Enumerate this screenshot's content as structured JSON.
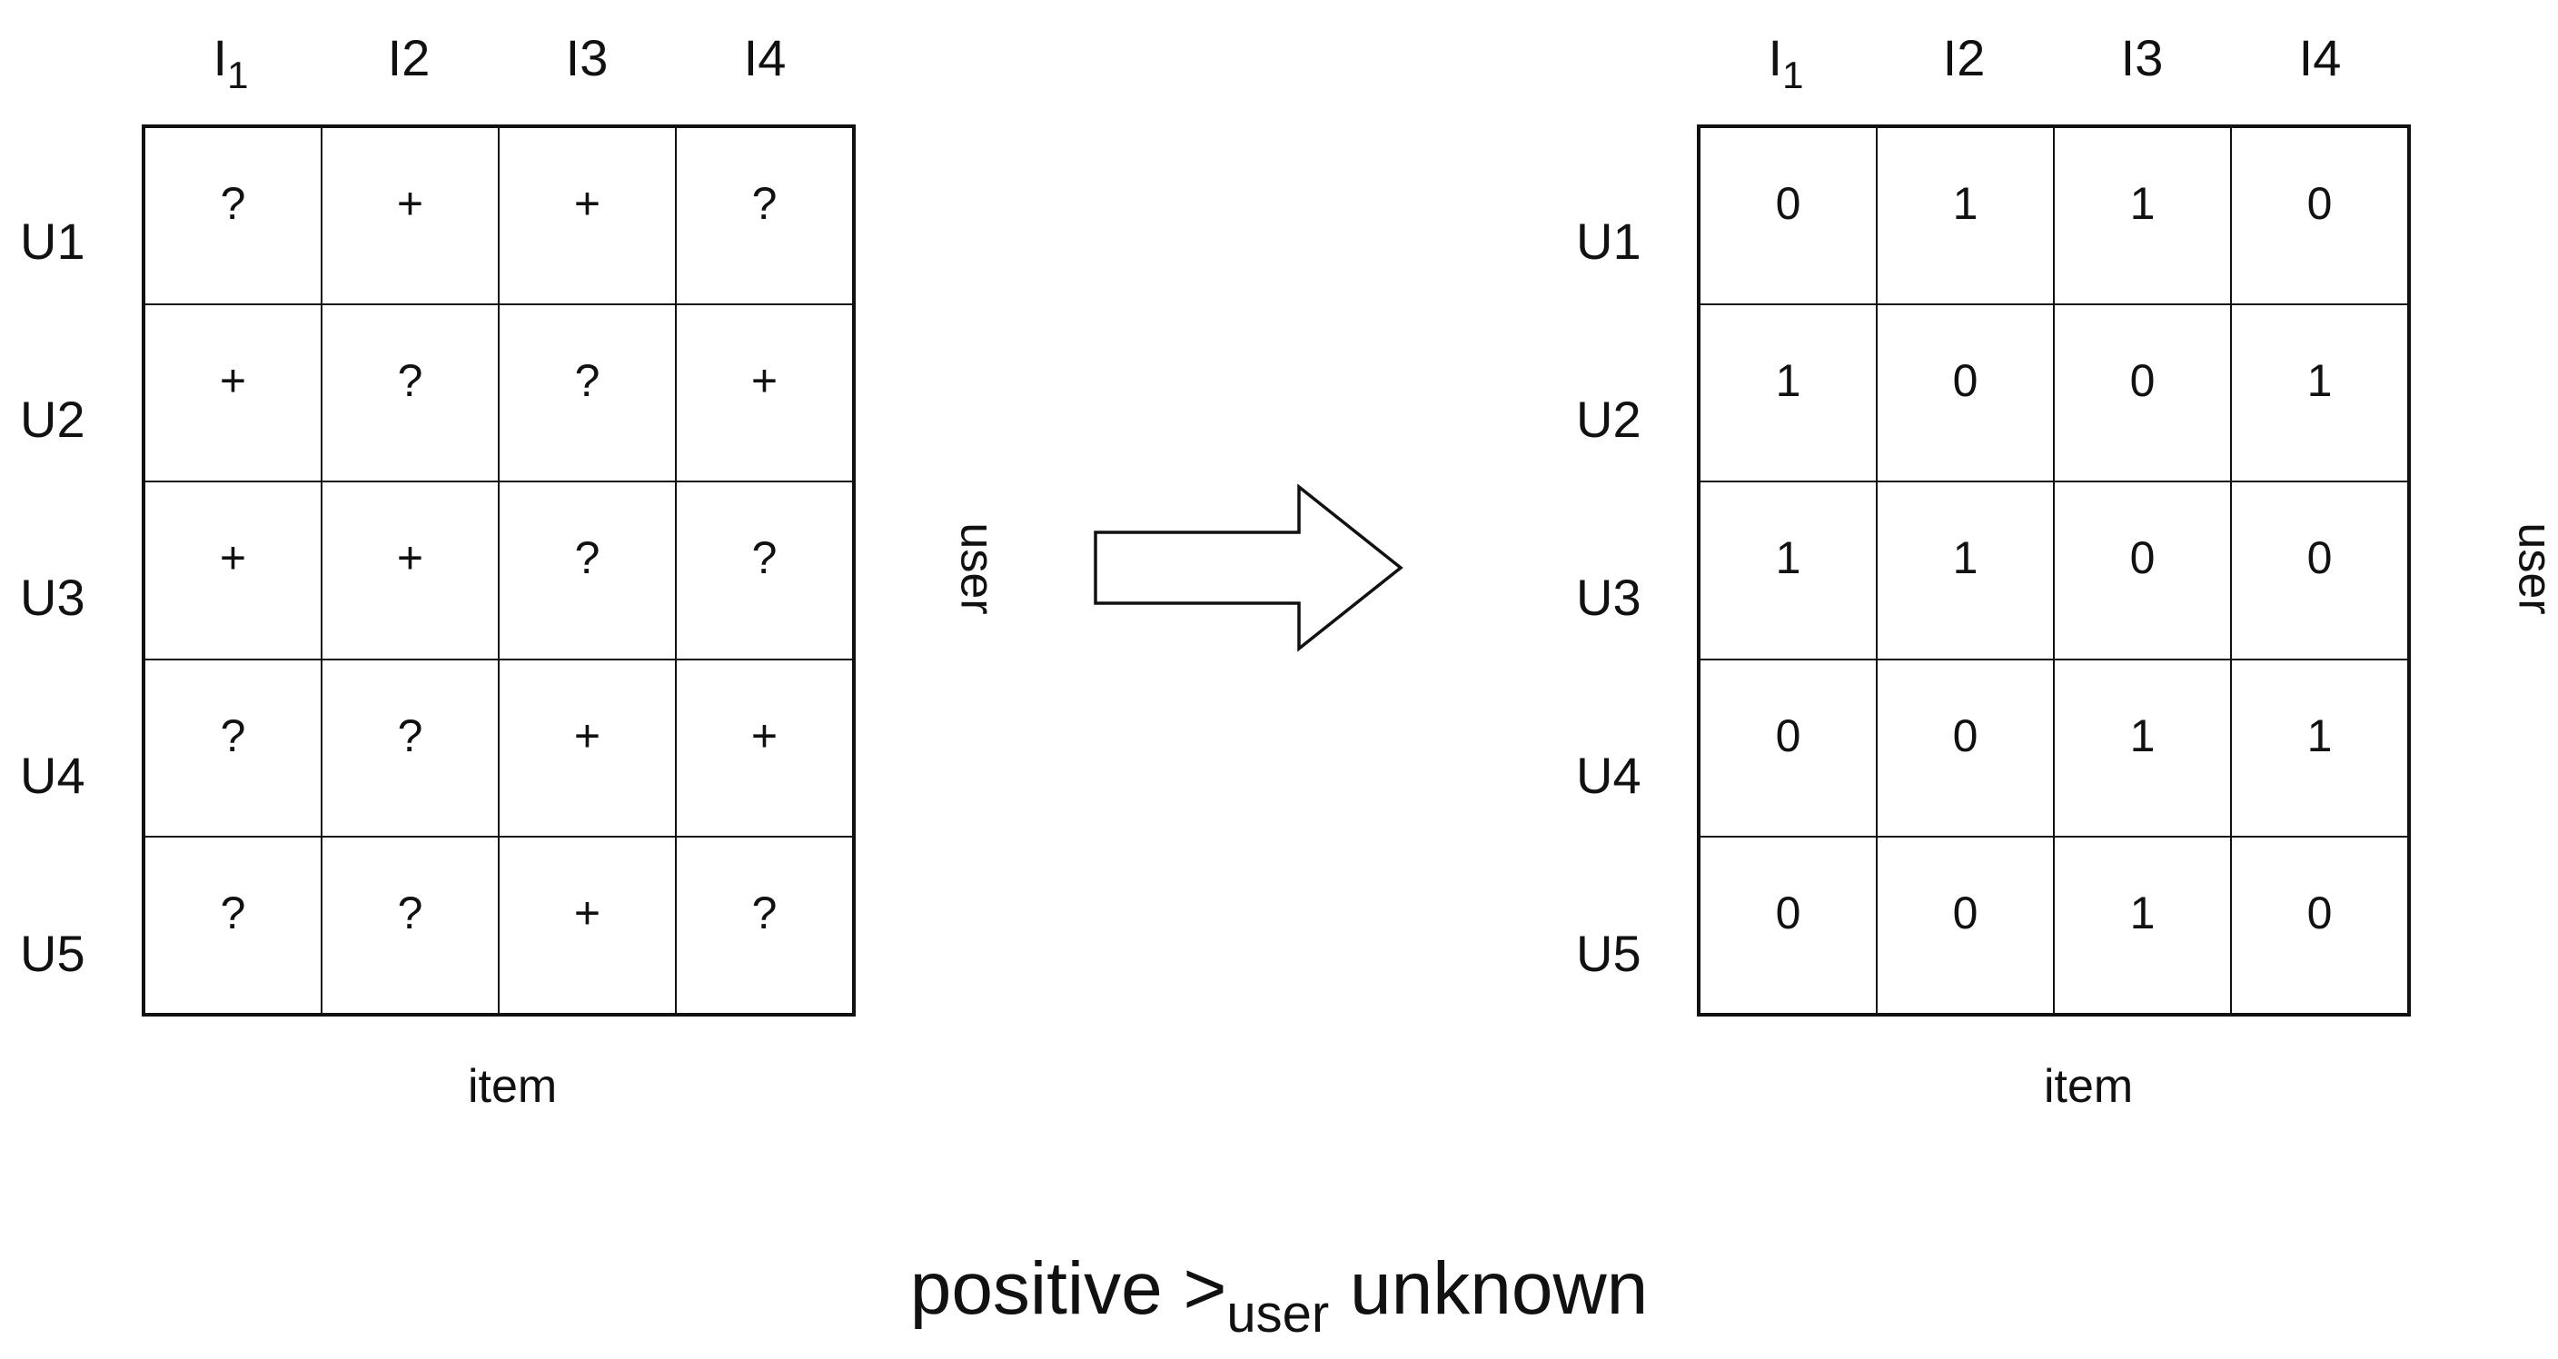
{
  "left": {
    "columns": [
      "I",
      "I2",
      "I3",
      "I4"
    ],
    "first_col_sub": "1",
    "rows": [
      "U1",
      "U2",
      "U3",
      "U4",
      "U5"
    ],
    "cells": [
      [
        "?",
        "+",
        "+",
        "?"
      ],
      [
        "+",
        "?",
        "?",
        "+"
      ],
      [
        "+",
        "+",
        "?",
        "?"
      ],
      [
        "?",
        "?",
        "+",
        "+"
      ],
      [
        "?",
        "?",
        "+",
        "?"
      ]
    ],
    "x_label": "item",
    "side_label": "user"
  },
  "right": {
    "columns": [
      "I",
      "I2",
      "I3",
      "I4"
    ],
    "first_col_sub": "1",
    "rows": [
      "U1",
      "U2",
      "U3",
      "U4",
      "U5"
    ],
    "cells": [
      [
        "0",
        "1",
        "1",
        "0"
      ],
      [
        "1",
        "0",
        "0",
        "1"
      ],
      [
        "1",
        "1",
        "0",
        "0"
      ],
      [
        "0",
        "0",
        "1",
        "1"
      ],
      [
        "0",
        "0",
        "1",
        "0"
      ]
    ],
    "x_label": "item",
    "side_label": "user"
  },
  "caption": {
    "pre": "positive >",
    "sub": "user",
    "post": " unknown"
  }
}
